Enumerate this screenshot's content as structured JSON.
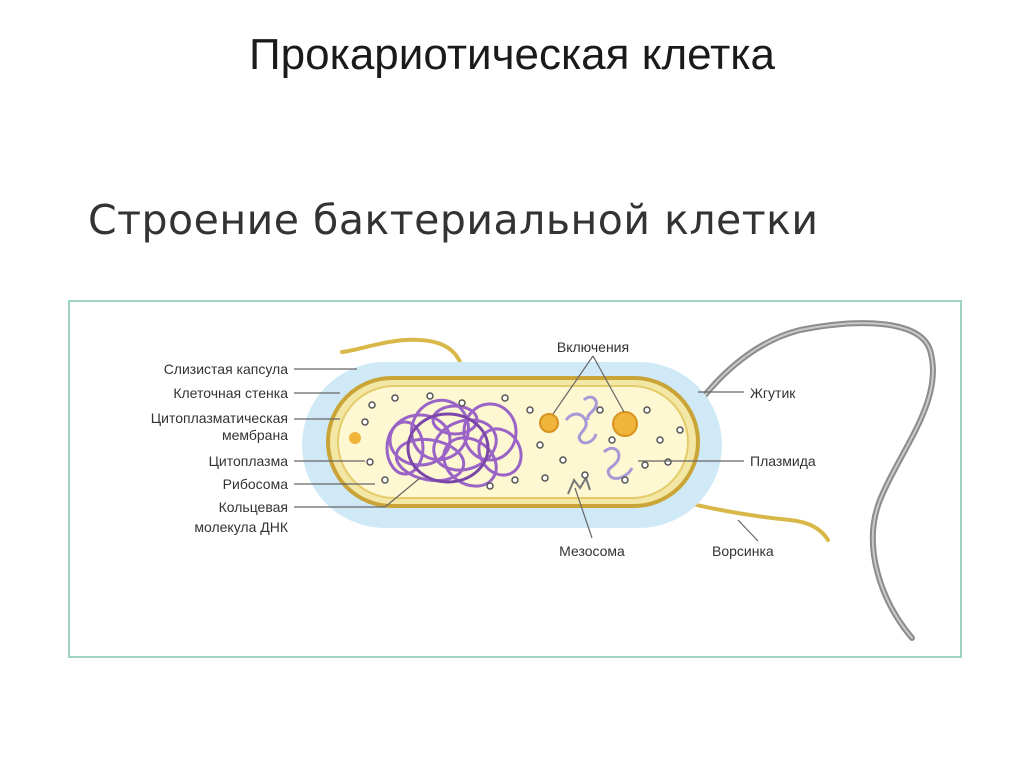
{
  "slide": {
    "title": "Прокариотическая клетка"
  },
  "diagram": {
    "title": "Строение бактериальной клетки",
    "labels": {
      "capsule": "Слизистая капсула",
      "cell_wall": "Клеточная стенка",
      "membrane_line1": "Цитоплазматическая",
      "membrane_line2": "мембрана",
      "cytoplasm": "Цитоплазма",
      "ribosome": "Рибосома",
      "dna_line1": "Кольцевая",
      "dna_line2": "молекула ДНК",
      "inclusions": "Включения",
      "flagellum": "Жгутик",
      "plasmid": "Плазмида",
      "mesosome": "Мезосома",
      "pilus": "Ворсинка"
    }
  }
}
